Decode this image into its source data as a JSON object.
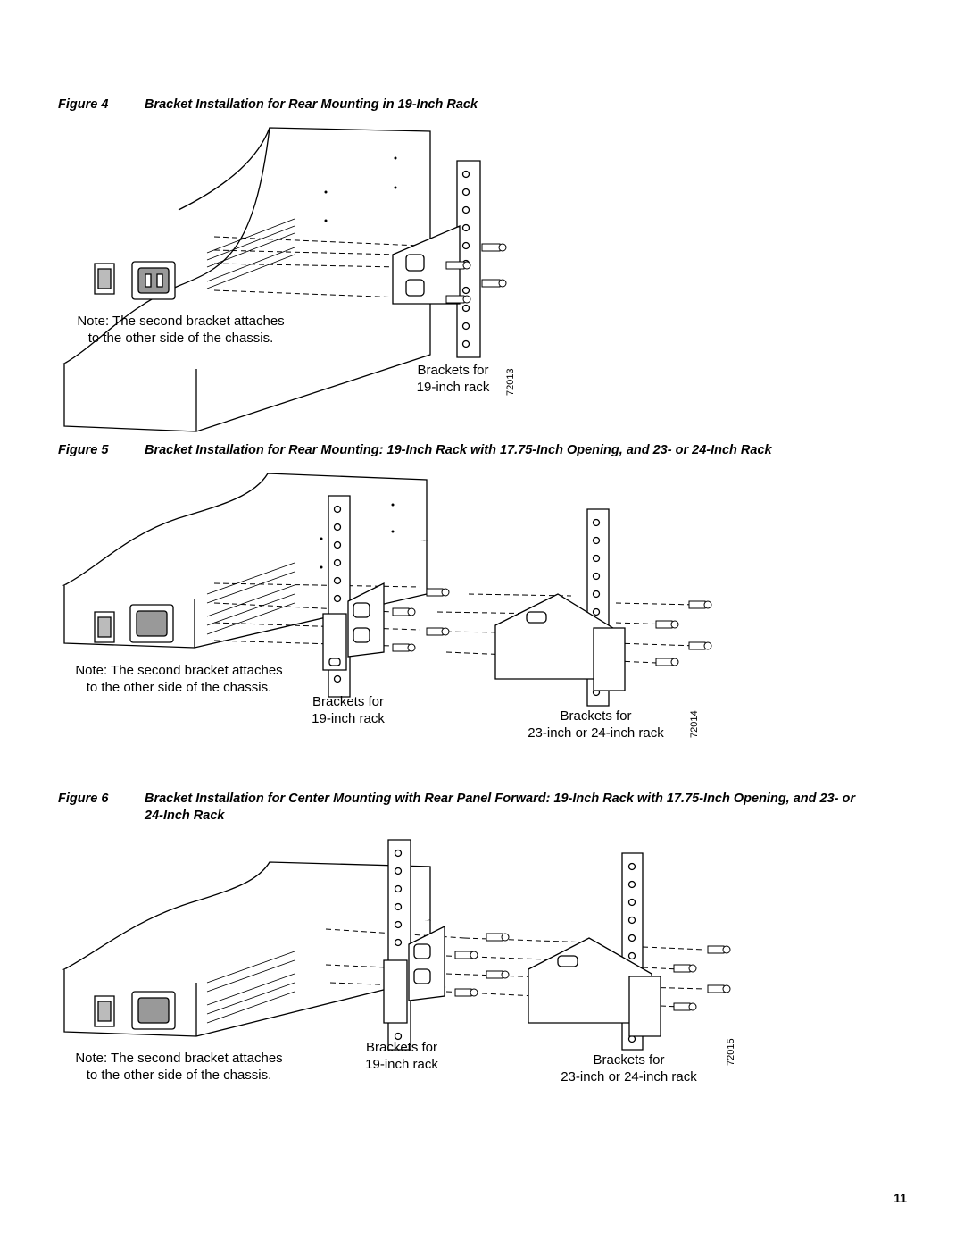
{
  "figures": [
    {
      "number": "Figure 4",
      "title": "Bracket Installation for Rear Mounting in 19-Inch Rack",
      "note_line1": "Note: The second bracket attaches",
      "note_line2": "to the other side of the chassis.",
      "label_a_line1": "Brackets for",
      "label_a_line2": "19-inch rack",
      "figure_id": "72013"
    },
    {
      "number": "Figure 5",
      "title": "Bracket Installation for Rear Mounting: 19-Inch Rack with 17.75-Inch Opening, and 23- or 24-Inch Rack",
      "note_line1": "Note: The second bracket attaches",
      "note_line2": "to the other side of the chassis.",
      "label_a_line1": "Brackets for",
      "label_a_line2": "19-inch rack",
      "label_b_line1": "Brackets for",
      "label_b_line2": "23-inch or 24-inch rack",
      "figure_id": "72014"
    },
    {
      "number": "Figure 6",
      "title_line1": "Bracket Installation for Center Mounting with Rear Panel Forward: 19-Inch Rack with 17.75-Inch Opening, and 23- or",
      "title_line2": "24-Inch Rack",
      "note_line1": "Note: The second bracket attaches",
      "note_line2": "to the other side of the chassis.",
      "label_a_line1": "Brackets for",
      "label_a_line2": "19-inch rack",
      "label_b_line1": "Brackets for",
      "label_b_line2": "23-inch or 24-inch rack",
      "figure_id": "72015"
    }
  ],
  "page_number": "11"
}
